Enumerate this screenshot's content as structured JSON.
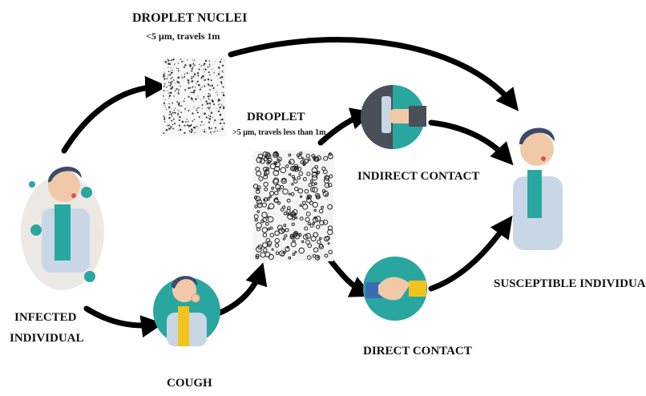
{
  "nodes": {
    "droplet_nuclei": {
      "title": "DROPLET NUCLEI",
      "subtitle": "<5 µm, travels 1m"
    },
    "droplet": {
      "title": "DROPLET",
      "subtitle": ">5 µm, travels less than 1m"
    },
    "indirect_contact": {
      "title": "INDIRECT CONTACT"
    },
    "direct_contact": {
      "title": "DIRECT CONTACT"
    },
    "infected_individual": {
      "line1": "INFECTED",
      "line2": "INDIVIDUAL"
    },
    "cough": {
      "title": "COUGH"
    },
    "susceptible_individual": {
      "title": "SUSCEPTIBLE INDIVIDUAL"
    }
  },
  "colors": {
    "arrow": "#000000",
    "skin": "#f2c9a8",
    "hair": "#3c4a6a",
    "shirt": "#c9d6e6",
    "scarf_teal": "#2aa6a0",
    "scarf_yellow": "#f2c31b",
    "circle_teal": "#2aa6a0",
    "circle_dark": "#4a4f59",
    "virus_green": "#2aa6a0",
    "mouth_red": "#d9534f"
  },
  "icons": {
    "infected": "infected-person-icon",
    "cough": "coughing-person-icon",
    "susceptible": "sick-person-icon",
    "indirect": "hand-touching-door-icon",
    "direct": "handshake-icon",
    "nuclei": "fine-particles-icon",
    "droplet": "large-droplets-icon"
  }
}
